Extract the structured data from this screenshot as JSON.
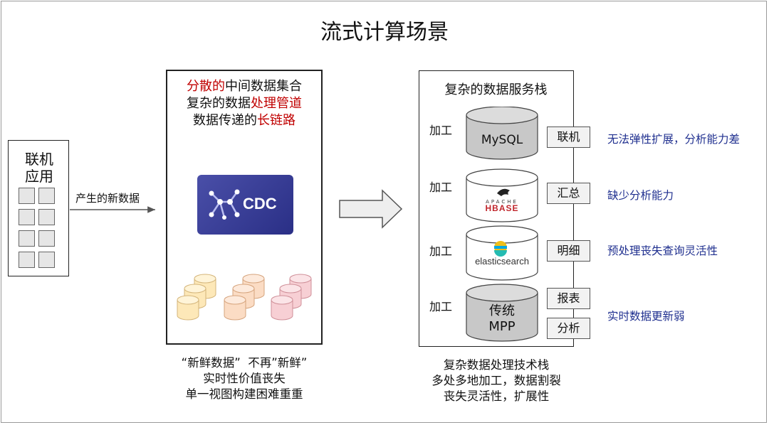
{
  "title": "流式计算场景",
  "app": {
    "title_line1": "联机",
    "title_line2": "应用"
  },
  "arrow_label": "产生的新数据",
  "middle": {
    "head_line1": {
      "red": "分散的",
      "black": "中间数据集合"
    },
    "head_line2": {
      "black": "复杂的数据",
      "red": "处理管道"
    },
    "head_line3": {
      "black": "数据传递的",
      "red": "长链路"
    },
    "cdc_label": "CDC",
    "caption": [
      "“新鲜数据”  不再”新鲜”",
      "实时性价值丧失",
      "单一视图构建困难重重"
    ]
  },
  "right": {
    "head": "复杂的数据服务栈",
    "process_label": "加工",
    "stores": [
      {
        "name": "MySQL",
        "tags": [
          "联机"
        ],
        "issue": "无法弹性扩展，分析能力差"
      },
      {
        "name": "HBASE",
        "small_name": "APACHE",
        "tags": [
          "汇总"
        ],
        "issue": "缺少分析能力"
      },
      {
        "name": "elasticsearch",
        "tags": [
          "明细"
        ],
        "issue": "预处理丧失查询灵活性"
      },
      {
        "name_line1": "传统",
        "name_line2": "MPP",
        "tags": [
          "报表",
          "分析"
        ],
        "issue": "实时数据更新弱"
      }
    ],
    "caption": [
      "复杂数据处理技术栈",
      "多处多地加工，数据割裂",
      "丧失灵活性，扩展性"
    ]
  },
  "colors": {
    "accent_red": "#c00000",
    "issue_blue": "#1f2f8f",
    "cdc_purple": "#3a3f98"
  }
}
